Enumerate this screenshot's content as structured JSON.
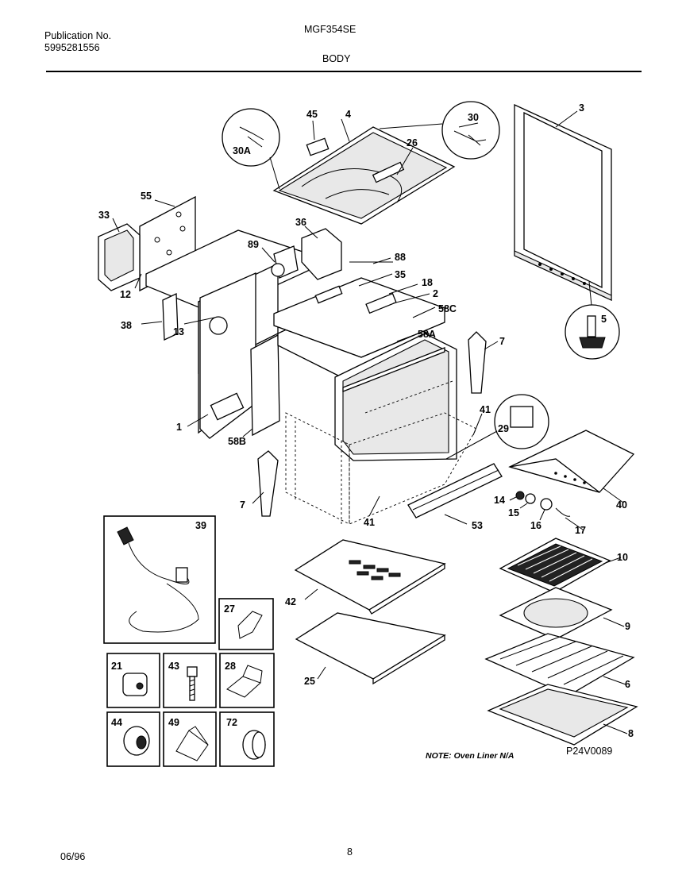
{
  "header": {
    "publication_label": "Publication No.",
    "publication_number": "5995281556",
    "model": "MGF354SE",
    "section": "BODY"
  },
  "footer": {
    "date": "06/96",
    "page": "8"
  },
  "diagram": {
    "note": "NOTE: Oven Liner N/A",
    "figure_code": "P24V0089",
    "callouts": {
      "c1": "1",
      "c2": "2",
      "c3": "3",
      "c4": "4",
      "c5": "5",
      "c6": "6",
      "c7a": "7",
      "c7b": "7",
      "c8": "8",
      "c9": "9",
      "c10": "10",
      "c12": "12",
      "c13": "13",
      "c14": "14",
      "c15": "15",
      "c16": "16",
      "c17": "17",
      "c18": "18",
      "c25": "25",
      "c26": "26",
      "c27": "27",
      "c28": "28",
      "c29": "29",
      "c30": "30",
      "c30a": "30A",
      "c33": "33",
      "c35": "35",
      "c36": "36",
      "c38": "38",
      "c39": "39",
      "c40": "40",
      "c41a": "41",
      "c41b": "41",
      "c42": "42",
      "c43": "43",
      "c44": "44",
      "c45": "45",
      "c49": "49",
      "c53": "53",
      "c55": "55",
      "c58a": "58A",
      "c58b": "58B",
      "c58c": "58C",
      "c72": "72",
      "c88": "88",
      "c89": "89",
      "c21": "21"
    }
  }
}
